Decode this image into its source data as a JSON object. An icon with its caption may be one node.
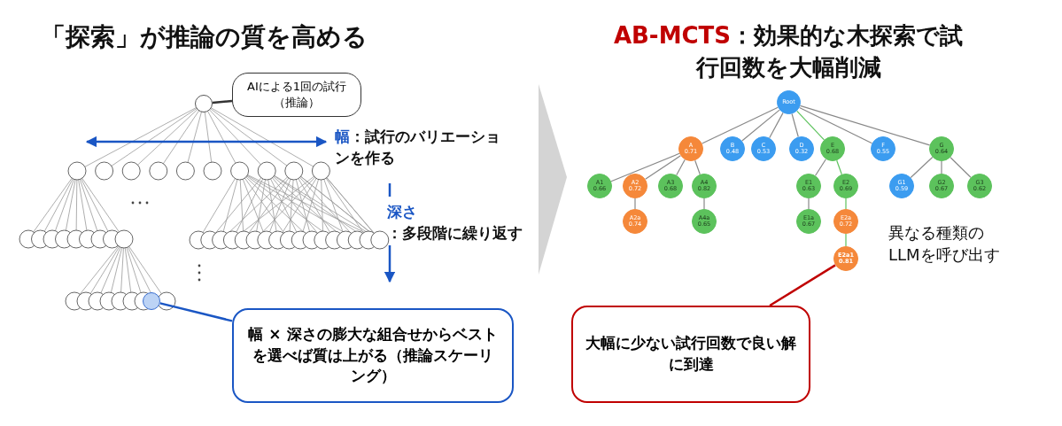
{
  "diagram": {
    "nodes": [
      {
        "text": [
          "AIによる1回の試行（推論）"
        ]
      },
      {
        "text": [],
        "shape": "circle"
      },
      {
        "text": [],
        "shape": "circle"
      },
      {
        "text": [
          "幅 × 深さの膨大な組合せからベストを選べば質は上がる（推論スケーリング）"
        ]
      },
      {
        "text": [
          "Root"
        ]
      },
      {
        "text": [
          "A",
          "0.71"
        ]
      },
      {
        "text": [
          "B",
          "0.48"
        ]
      },
      {
        "text": [
          "C",
          "0.53"
        ]
      },
      {
        "text": [
          "D",
          "0.32"
        ]
      },
      {
        "text": [
          "E",
          "0.68"
        ]
      },
      {
        "text": [
          "F",
          "0.55"
        ]
      },
      {
        "text": [
          "G",
          "0.64"
        ]
      },
      {
        "text": [
          "A1",
          "0.66"
        ]
      },
      {
        "text": [
          "A2",
          "0.72"
        ]
      },
      {
        "text": [
          "A3",
          "0.68"
        ]
      },
      {
        "text": [
          "A4",
          "0.82"
        ]
      },
      {
        "text": [
          "E1",
          "0.63"
        ]
      },
      {
        "text": [
          "E2",
          "0.69"
        ]
      },
      {
        "text": [
          "G1",
          "0.59"
        ]
      },
      {
        "text": [
          "G2",
          "0.67"
        ]
      },
      {
        "text": [
          "G3",
          "0.62"
        ]
      },
      {
        "text": [
          "A2a",
          "0.74"
        ]
      },
      {
        "text": [
          "A4a",
          "0.65"
        ]
      },
      {
        "text": [
          "E1a",
          "0.67"
        ]
      },
      {
        "text": [
          "E2a",
          "0.72"
        ]
      },
      {
        "text": [
          "E2a1",
          "0.81"
        ]
      },
      {
        "text": [
          "大幅に少ない試行回数で良い解に到達"
        ]
      }
    ],
    "edges": [
      {
        "from": 0,
        "to": 1,
        "arrow": "none",
        "color": "#333333"
      },
      {
        "from": 3,
        "to": 2,
        "arrow": "none",
        "color": "#1a56c4"
      },
      {
        "from": 4,
        "to": 5,
        "arrow": "none"
      },
      {
        "from": 4,
        "to": 6,
        "arrow": "none"
      },
      {
        "from": 4,
        "to": 7,
        "arrow": "none"
      },
      {
        "from": 4,
        "to": 8,
        "arrow": "none"
      },
      {
        "from": 4,
        "to": 9,
        "arrow": "none",
        "color": "#5cc25c"
      },
      {
        "from": 4,
        "to": 10,
        "arrow": "none"
      },
      {
        "from": 4,
        "to": 11,
        "arrow": "none"
      },
      {
        "from": 5,
        "to": 12,
        "arrow": "none"
      },
      {
        "from": 5,
        "to": 13,
        "arrow": "none"
      },
      {
        "from": 5,
        "to": 14,
        "arrow": "none"
      },
      {
        "from": 5,
        "to": 15,
        "arrow": "none"
      },
      {
        "from": 13,
        "to": 21,
        "arrow": "none"
      },
      {
        "from": 15,
        "to": 22,
        "arrow": "none"
      },
      {
        "from": 9,
        "to": 16,
        "arrow": "none"
      },
      {
        "from": 9,
        "to": 17,
        "arrow": "none",
        "color": "#5cc25c"
      },
      {
        "from": 16,
        "to": 23,
        "arrow": "none"
      },
      {
        "from": 17,
        "to": 24,
        "arrow": "none",
        "color": "#5cc25c"
      },
      {
        "from": 24,
        "to": 25,
        "arrow": "none",
        "color": "#5cc25c"
      },
      {
        "from": 11,
        "to": 18,
        "arrow": "none"
      },
      {
        "from": 11,
        "to": 19,
        "arrow": "none"
      },
      {
        "from": 11,
        "to": 20,
        "arrow": "none"
      },
      {
        "from": 26,
        "to": 25,
        "arrow": "none",
        "color": "#c00000"
      }
    ],
    "labels": [
      "「探索」が推論の質を高める",
      "*AB-MCTS*：効果的な木探索で試行回数を大幅削減",
      "*幅*：試行のバリエーションを作る",
      "*深さ*：多段階に繰り返す",
      "異なる種類のLLMを呼び出す"
    ]
  }
}
